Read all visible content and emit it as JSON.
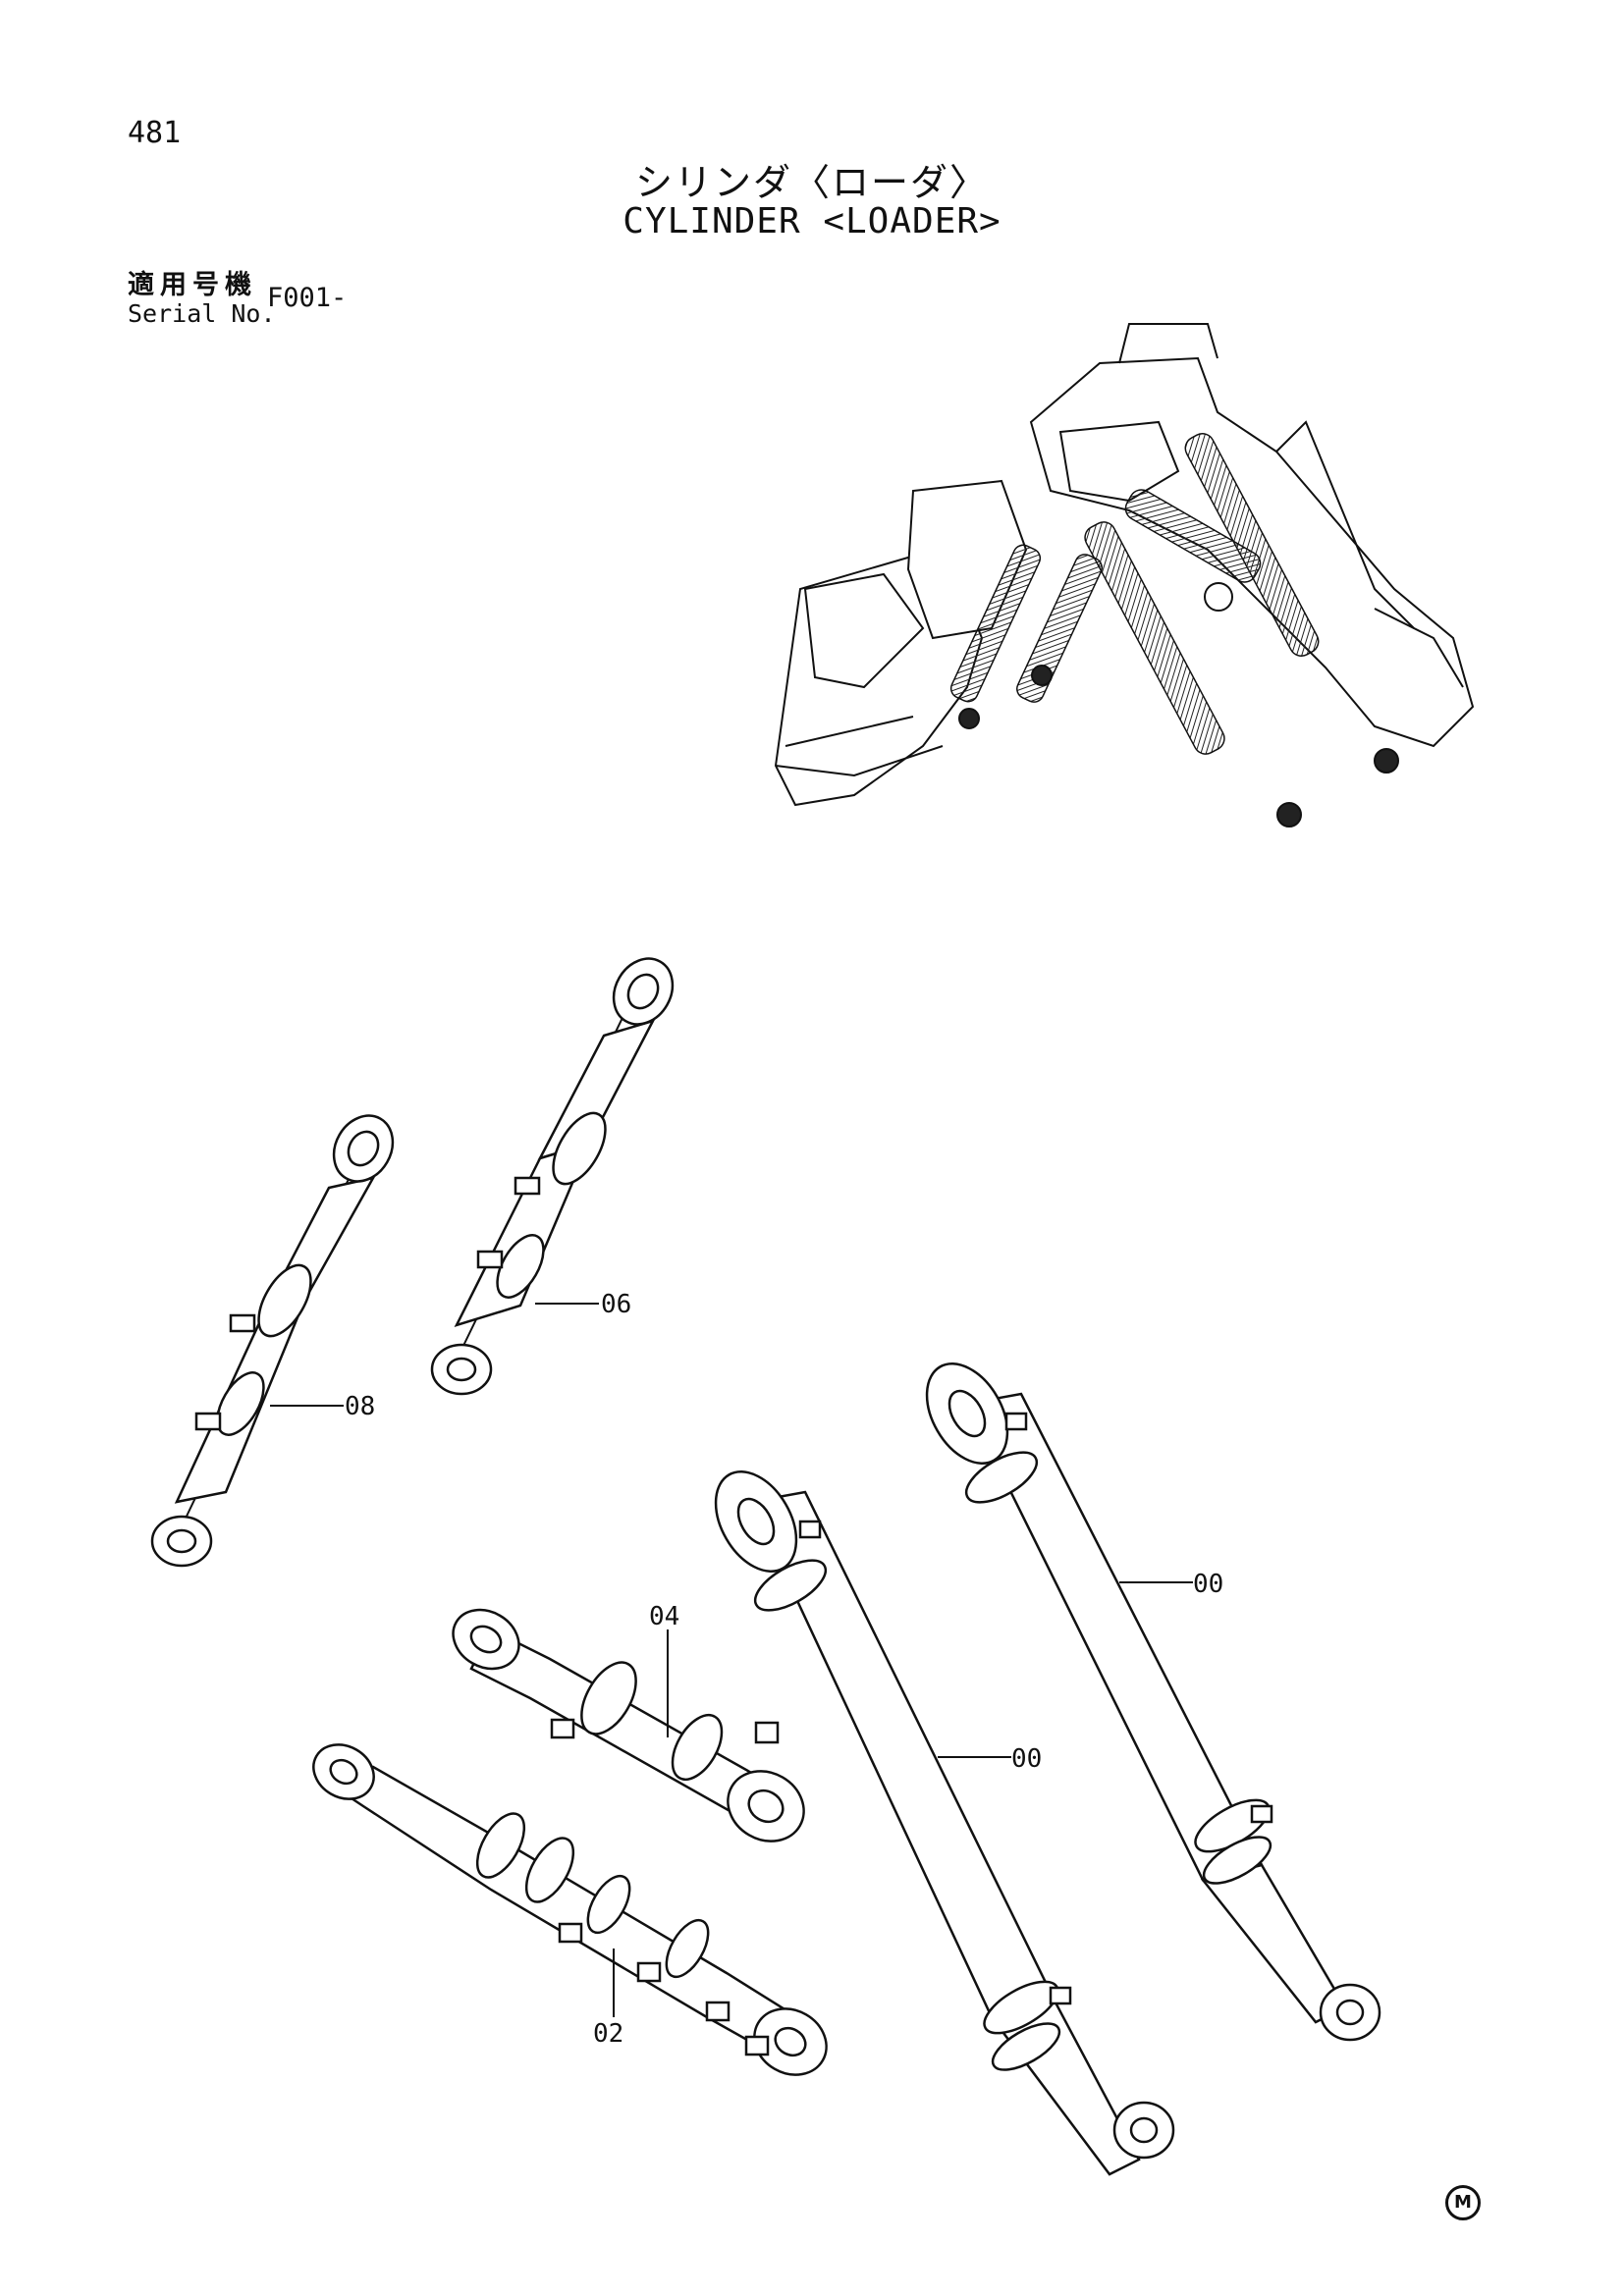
{
  "page": {
    "number": "481",
    "title_jp": "シリンダ〈ローダ〉",
    "title_en": "CYLINDER <LOADER>",
    "serial_label_jp": "適用号機",
    "serial_label_en": "Serial No.",
    "serial_value": "F001-",
    "mark": "M"
  },
  "callouts": [
    {
      "id": "lift-cylinder-left",
      "text": "00"
    },
    {
      "id": "lift-cylinder-right",
      "text": "00"
    },
    {
      "id": "bucket-cylinder",
      "text": "02"
    },
    {
      "id": "cylinder-04",
      "text": "04"
    },
    {
      "id": "cylinder-06",
      "text": "06"
    },
    {
      "id": "cylinder-08",
      "text": "08"
    }
  ]
}
